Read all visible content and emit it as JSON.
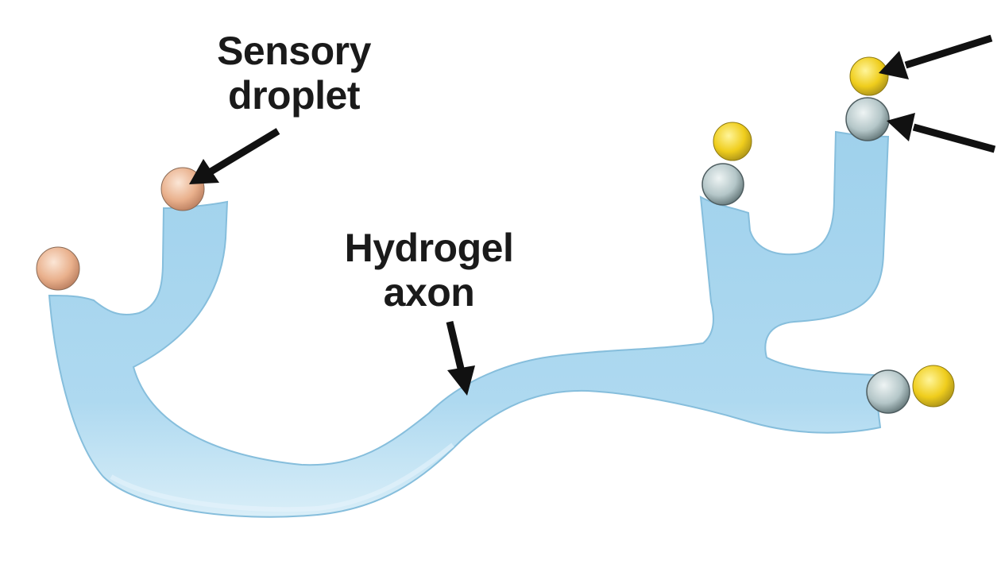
{
  "labels": {
    "sensory": {
      "line1": "Sensory",
      "line2": "droplet"
    },
    "hydrogel": {
      "line1": "Hydrogel",
      "line2": "axon"
    }
  },
  "colors": {
    "hydrogel": "#a9d6ee",
    "hydrogel_edge": "#7fbad9",
    "sensory_droplet": "#e8b08a",
    "yellow_droplet": "#f0d020",
    "grey_droplet": "#b8c8c8",
    "arrow": "#111111"
  }
}
